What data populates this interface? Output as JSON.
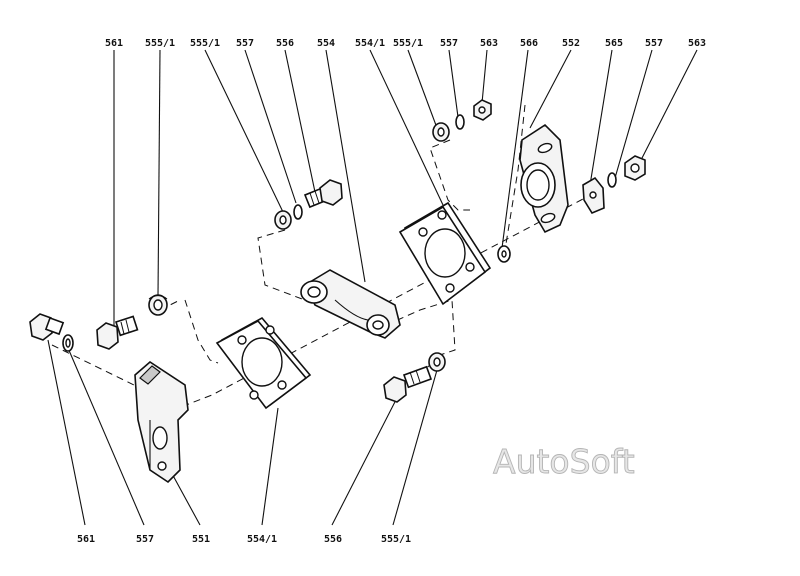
{
  "labels": {
    "top": [
      "561",
      "555/1",
      "555/1",
      "557",
      "556",
      "554",
      "554/1",
      "555/1",
      "557",
      "563",
      "566",
      "552",
      "565",
      "557",
      "563"
    ],
    "bottom": [
      "561",
      "557",
      "551",
      "554/1",
      "556",
      "555/1"
    ]
  },
  "watermark": "AutoSoft"
}
